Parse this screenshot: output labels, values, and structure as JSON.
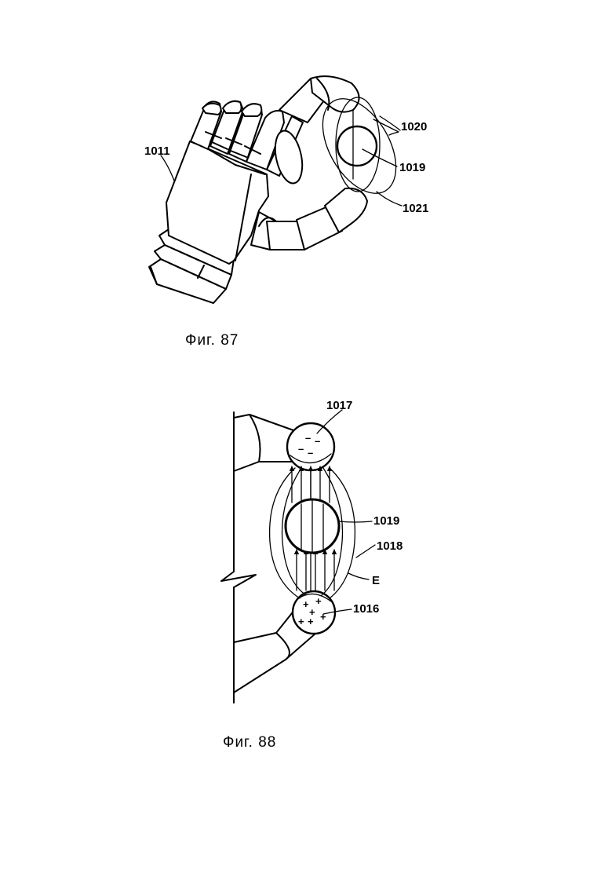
{
  "figures": [
    {
      "caption": "Фиг. 87",
      "labels": {
        "hand": "1011",
        "field_ring": "1020",
        "object": "1019",
        "second_ring": "1021"
      }
    },
    {
      "caption": "Фиг. 88",
      "labels": {
        "upper_finger": "1017",
        "object": "1019",
        "field_lines": "1018",
        "field_symbol": "E",
        "lower_finger": "1016"
      },
      "charges": {
        "negative": "–",
        "positive": "+"
      }
    }
  ]
}
